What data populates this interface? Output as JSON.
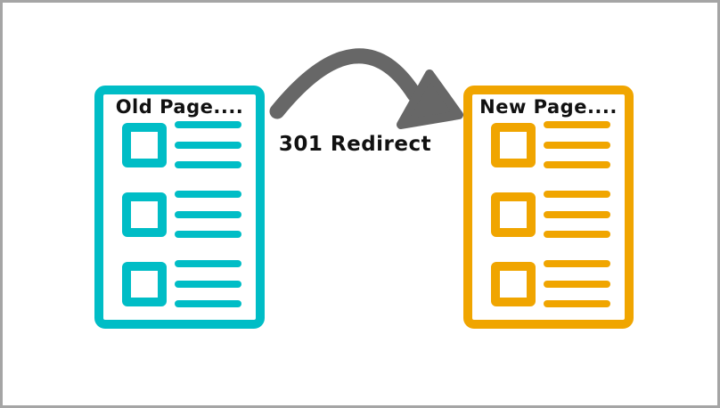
{
  "frame": {
    "border_color": "#a5a5a5",
    "background_color": "#ffffff",
    "text_color": "#111111"
  },
  "old_page": {
    "title": "Old Page....",
    "color": "#00bdc6",
    "rows": 3,
    "lines_per_row": 3
  },
  "new_page": {
    "title": "New Page....",
    "color": "#f0a500",
    "rows": 3,
    "lines_per_row": 3
  },
  "redirect": {
    "label": "301 Redirect",
    "arrow_color": "#676767"
  }
}
